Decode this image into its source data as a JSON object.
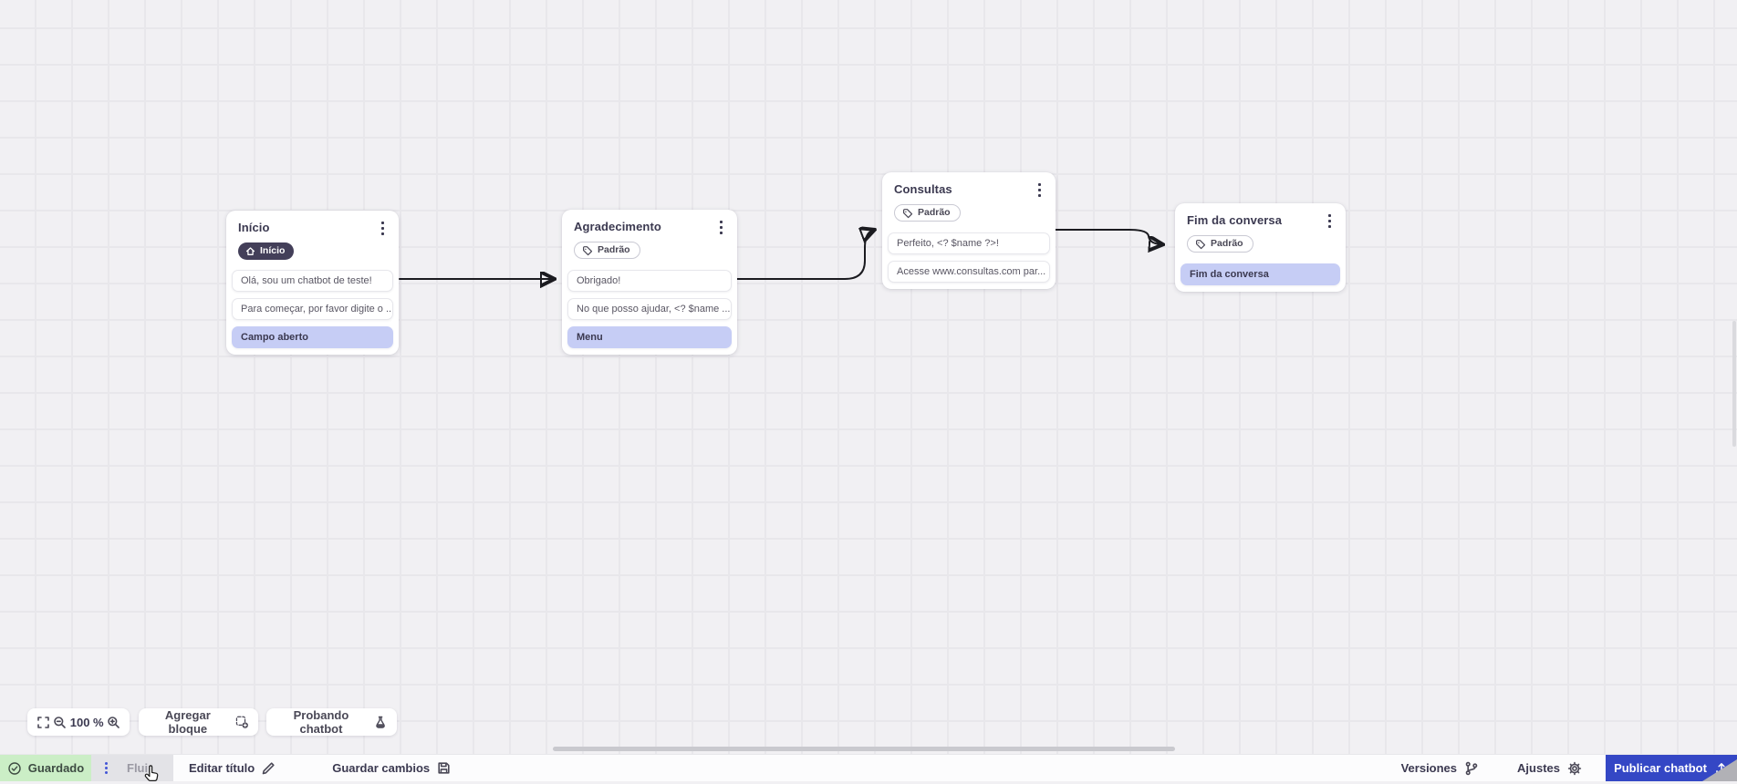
{
  "colors": {
    "accent_blue": "#3447c5",
    "highlight_purple": "#c6cdf5",
    "saved_green_bg": "#cbeec6",
    "badge_dark": "#433f59",
    "wire_black": "#1b1b20"
  },
  "icons": {
    "home-icon": "house glyph in start badge",
    "tag-icon": "label tag in Padrão badges",
    "kebab-menu-icon": "3 vertical dots on each node",
    "fullscreen-icon": "corner brackets",
    "zoom-out-icon": "magnifier with minus",
    "zoom-in-icon": "magnifier with plus",
    "add-block-icon": "dashed square with plus",
    "flask-icon": "test beaker",
    "check-circle-icon": "saved checkmark",
    "pencil-icon": "edit title",
    "save-icon": "floppy disk",
    "branch-icon": "versions git branch",
    "gear-icon": "settings",
    "upload-icon": "publish arrow tray",
    "drag-dots-icon": "blue drag handle dots",
    "hand-cursor": "mouse pointer over Fluir"
  },
  "nodes": [
    {
      "title": "Início",
      "badge": "Início",
      "badge_type": "dark",
      "rows": [
        {
          "label": "Olá, sou um chatbot de teste!",
          "highlight": false
        },
        {
          "label": "Para começar, por favor digite o ...",
          "highlight": false
        },
        {
          "label": "Campo aberto",
          "highlight": true
        }
      ]
    },
    {
      "title": "Agradecimento",
      "badge": "Padrão",
      "badge_type": "outline",
      "rows": [
        {
          "label": "Obrigado!",
          "highlight": false
        },
        {
          "label": "No que posso ajudar, <? $name ...",
          "highlight": false
        },
        {
          "label": "Menu",
          "highlight": true
        }
      ]
    },
    {
      "title": "Consultas",
      "badge": "Padrão",
      "badge_type": "outline",
      "rows": [
        {
          "label": "Perfeito, <? $name ?>!",
          "highlight": false
        },
        {
          "label": "Acesse www.consultas.com par...",
          "highlight": false
        }
      ]
    },
    {
      "title": "Fim da conversa",
      "badge": "Padrão",
      "badge_type": "outline",
      "rows": [
        {
          "label": "Fim da conversa",
          "highlight": true
        }
      ]
    }
  ],
  "canvas_toolbar": {
    "zoom_level": "100 %",
    "add_block_label": "Agregar bloque",
    "test_chatbot_label": "Probando chatbot"
  },
  "statusbar": {
    "saved_label": "Guardado",
    "flow_tab_label": "Fluir",
    "edit_title_label": "Editar título",
    "save_changes_label": "Guardar cambios",
    "versions_label": "Versiones",
    "settings_label": "Ajustes",
    "publish_label": "Publicar chatbot"
  }
}
